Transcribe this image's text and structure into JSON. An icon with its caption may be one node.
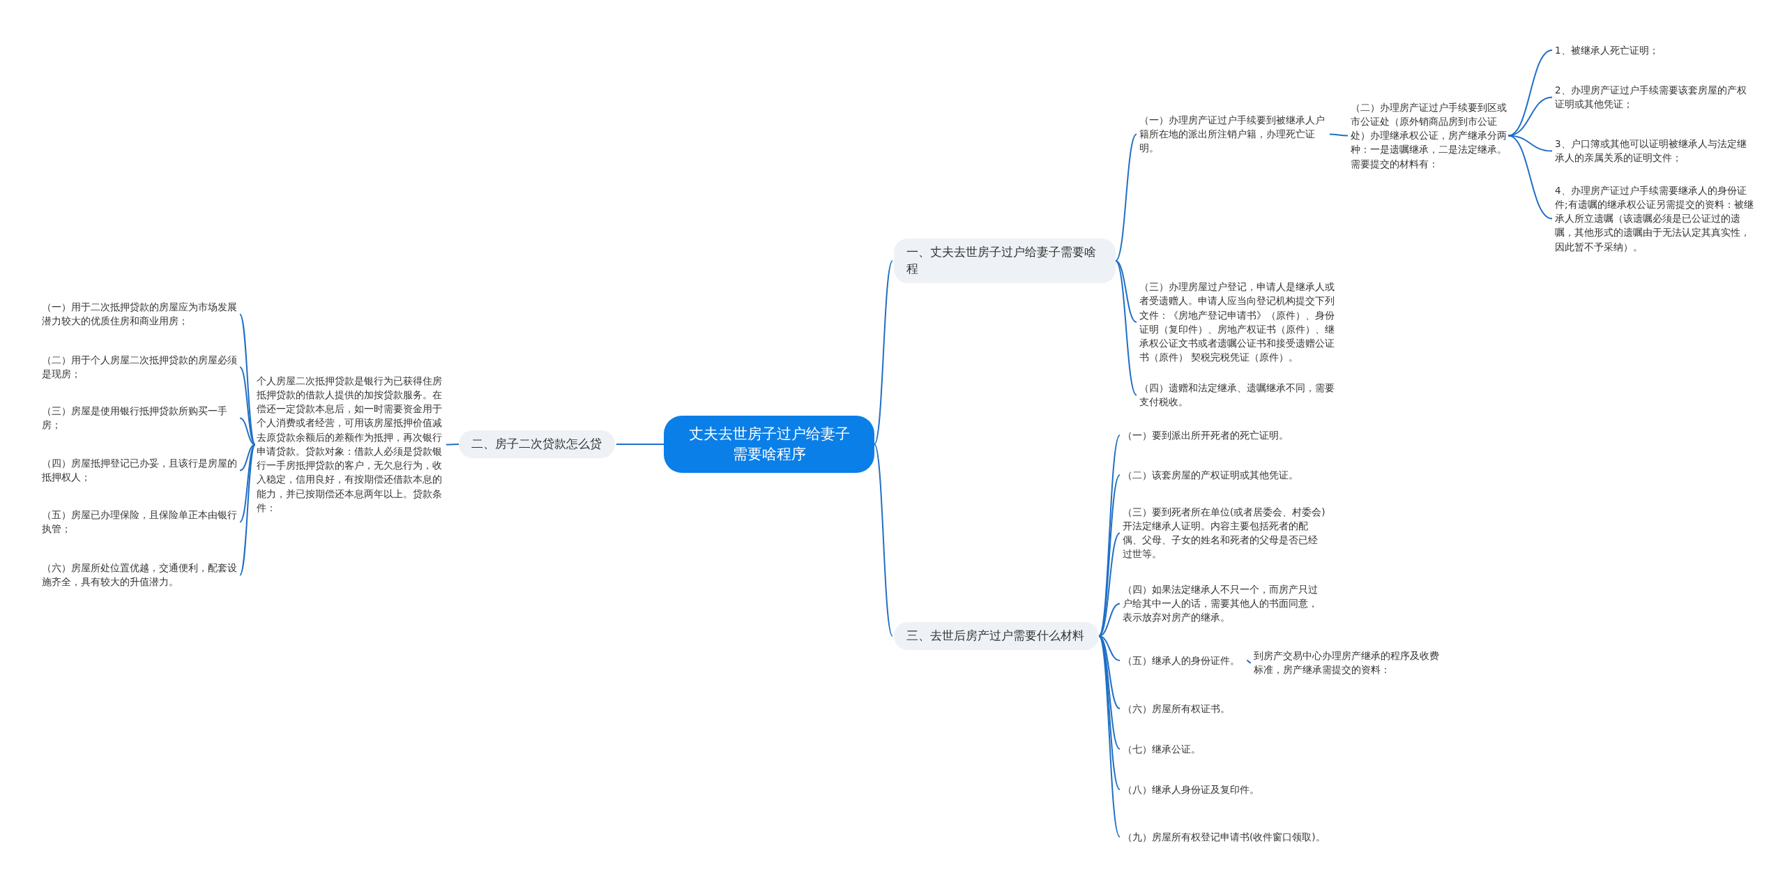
{
  "diagram": {
    "nodes": [
      {
        "text": [
          "丈夫去世房子过户给妻子需要啥程序"
        ]
      },
      {
        "text": [
          "一、丈夫去世房子过户给妻子需要啥程"
        ]
      },
      {
        "text": [
          "（一）办理房产证过户手续要到被继承人户籍所在地的派出所注销户籍，办理死亡证明。"
        ]
      },
      {
        "text": [
          "（二）办理房产证过户手续要到区或市公证处（原外销商品房到市公证处）办理继承权公证，房产继承分两种：一是遗嘱继承，二是法定继承。需要提交的材料有："
        ]
      },
      {
        "text": [
          "1、被继承人死亡证明；"
        ]
      },
      {
        "text": [
          "2、办理房产证过户手续需要该套房屋的产权证明或其他凭证；"
        ]
      },
      {
        "text": [
          "3、户口簿或其他可以证明被继承人与法定继承人的亲属关系的证明文件；"
        ]
      },
      {
        "text": [
          "4、办理房产证过户手续需要继承人的身份证件;有遗嘱的继承权公证另需提交的资料：被继承人所立遗嘱（该遗嘱必须是已公证过的遗嘱，其他形式的遗嘱由于无法认定其真实性，因此暂不予采纳）。"
        ]
      },
      {
        "text": [
          "（三）办理房屋过户登记，申请人是继承人或者受遗赠人。申请人应当向登记机构提交下列文件：《房地产登记申请书》（原件）、身份证明（复印件）、房地产权证书（原件）、继承权公证文书或者遗嘱公证书和接受遗赠公证书（原件） 契税完税凭证（原件）。"
        ]
      },
      {
        "text": [
          "（四）遗赠和法定继承、遗嘱继承不同，需要支付税收。"
        ]
      },
      {
        "text": [
          "二、房子二次贷款怎么贷"
        ]
      },
      {
        "text": [
          "个人房屋二次抵押贷款是银行为已获得住房抵押贷款的借款人提供的加按贷款服务。在偿还一定贷款本息后，如一时需要资金用于个人消费或者经营，可用该房屋抵押价值减去原贷款余额后的差额作为抵押，再次银行申请贷款。贷款对象：借款人必须是贷款银行一手房抵押贷款的客户，无欠息行为，收入稳定，信用良好，有按期偿还借款本息的能力，并已按期偿还本息两年以上。贷款条件："
        ]
      },
      {
        "text": [
          "（一）用于二次抵押贷款的房屋应为市场发展潜力较大的优质住房和商业用房；"
        ]
      },
      {
        "text": [
          "（二）用于个人房屋二次抵押贷款的房屋必须是现房；"
        ]
      },
      {
        "text": [
          "（三）房屋是使用银行抵押贷款所购买一手房；"
        ]
      },
      {
        "text": [
          "（四）房屋抵押登记已办妥，且该行是房屋的抵押权人；"
        ]
      },
      {
        "text": [
          "（五）房屋已办理保险，且保险单正本由银行执管；"
        ]
      },
      {
        "text": [
          "（六）房屋所处位置优越，交通便利，配套设施齐全，具有较大的升值潜力。"
        ]
      },
      {
        "text": [
          "三、去世后房产过户需要什么材料"
        ]
      },
      {
        "text": [
          "（一）要到派出所开死者的死亡证明。"
        ]
      },
      {
        "text": [
          "（二）该套房屋的产权证明或其他凭证。"
        ]
      },
      {
        "text": [
          "（三）要到死者所在单位(或者居委会、村委会)开法定继承人证明。内容主要包括死者的配偶、父母、子女的姓名和死者的父母是否已经过世等。"
        ]
      },
      {
        "text": [
          "（四）如果法定继承人不只一个，而房产只过户给其中一人的话，需要其他人的书面同意，表示放弃对房产的继承。"
        ]
      },
      {
        "text": [
          "（五）继承人的身份证件。"
        ]
      },
      {
        "text": [
          "到房产交易中心办理房产继承的程序及收费标准，房产继承需提交的资料："
        ]
      },
      {
        "text": [
          "（六）房屋所有权证书。"
        ]
      },
      {
        "text": [
          "（七）继承公证。"
        ]
      },
      {
        "text": [
          "（八）继承人身份证及复印件。"
        ]
      },
      {
        "text": [
          "（九）房屋所有权登记申请书(收件窗口领取)。"
        ]
      }
    ],
    "edges": [
      {
        "from": 0,
        "to": 1,
        "arrow": "none"
      },
      {
        "from": 1,
        "to": 2,
        "arrow": "none"
      },
      {
        "from": 2,
        "to": 3,
        "arrow": "none"
      },
      {
        "from": 3,
        "to": 4,
        "arrow": "none"
      },
      {
        "from": 3,
        "to": 5,
        "arrow": "none"
      },
      {
        "from": 3,
        "to": 6,
        "arrow": "none"
      },
      {
        "from": 3,
        "to": 7,
        "arrow": "none"
      },
      {
        "from": 1,
        "to": 8,
        "arrow": "none"
      },
      {
        "from": 1,
        "to": 9,
        "arrow": "none"
      },
      {
        "from": 0,
        "to": 10,
        "arrow": "none"
      },
      {
        "from": 10,
        "to": 11,
        "arrow": "none"
      },
      {
        "from": 11,
        "to": 12,
        "arrow": "none"
      },
      {
        "from": 11,
        "to": 13,
        "arrow": "none"
      },
      {
        "from": 11,
        "to": 14,
        "arrow": "none"
      },
      {
        "from": 11,
        "to": 15,
        "arrow": "none"
      },
      {
        "from": 11,
        "to": 16,
        "arrow": "none"
      },
      {
        "from": 11,
        "to": 17,
        "arrow": "none"
      },
      {
        "from": 0,
        "to": 18,
        "arrow": "none"
      },
      {
        "from": 18,
        "to": 19,
        "arrow": "none"
      },
      {
        "from": 18,
        "to": 20,
        "arrow": "none"
      },
      {
        "from": 18,
        "to": 21,
        "arrow": "none"
      },
      {
        "from": 18,
        "to": 22,
        "arrow": "none"
      },
      {
        "from": 18,
        "to": 23,
        "arrow": "none"
      },
      {
        "from": 23,
        "to": 24,
        "arrow": "none"
      },
      {
        "from": 18,
        "to": 25,
        "arrow": "none"
      },
      {
        "from": 18,
        "to": 26,
        "arrow": "none"
      },
      {
        "from": 18,
        "to": 27,
        "arrow": "none"
      },
      {
        "from": 18,
        "to": 28,
        "arrow": "none"
      }
    ]
  }
}
